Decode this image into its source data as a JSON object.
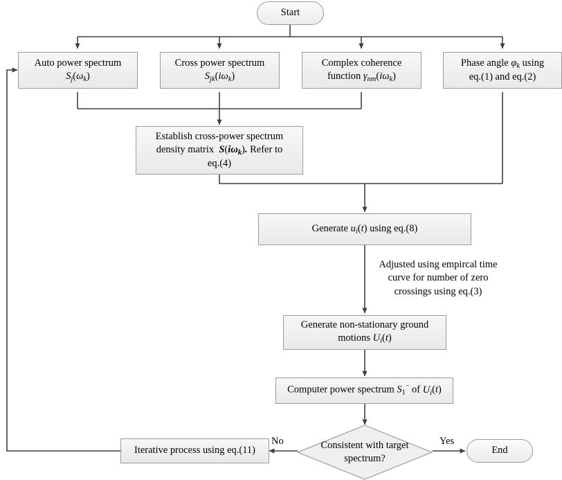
{
  "diagram": {
    "title": "Stochastic ground motion simulation flowchart",
    "colors": {
      "node_fill": "#f0f0f0",
      "node_border": "#9a9a9a",
      "line": "#3f3f3f",
      "text": "#000000",
      "background": "#ffffff"
    },
    "nodes": {
      "start": {
        "label": "Start",
        "shape": "terminator"
      },
      "auto_power_spectrum": {
        "line1": "Auto power spectrum",
        "line2_html": "<i class=\"v\">S<sub>j</sub></i>(<i class=\"v\">&#969;<sub>k</sub></i>)",
        "plain": "Auto power spectrum Sj(ωk)",
        "shape": "process"
      },
      "cross_power_spectrum": {
        "line1": "Cross power spectrum",
        "line2_html": "<i class=\"v\">S<sub>jk</sub></i>(<i class=\"v\">i&#969;<sub>k</sub></i>)",
        "plain": "Cross power spectrum Sjk(iωk)",
        "shape": "process"
      },
      "complex_coherence": {
        "line1": "Complex coherence",
        "line2_html": "function <i class=\"v\">&#947;<sub>nm</sub></i>(<i class=\"v\">i&#969;<sub>k</sub></i>)",
        "plain": "Complex coherence function γnm(iωk)",
        "shape": "process"
      },
      "phase_angle": {
        "line1_html": "Phase angle <i class=\"v\">&#966;<sub>k</sub></i> using",
        "line2": "eq.(1) and eq.(2)",
        "plain": "Phase angle φk using eq.(1) and eq.(2)",
        "shape": "process"
      },
      "establish_matrix": {
        "html": "Establish cross-power spectrum<br>density matrix&nbsp; <b class=\"bi\">S</b>(<b class=\"bi\">i&#969;<sub>k</sub></b>)<b class=\"bi\">.</b> Refer to<br>eq.(4)",
        "plain": "Establish cross-power spectrum density matrix S(iωk). Refer to eq.(4)",
        "shape": "process"
      },
      "generate_u": {
        "html": "Generate <i class=\"v\">u<sub>i</sub></i>(<i class=\"v\">t</i>) using eq.(8)",
        "plain": "Generate ui(t) using eq.(8)",
        "shape": "process"
      },
      "generate_nonstationary": {
        "html": "Generate non-stationary ground<br>motions <i class=\"v\">U<sub>i</sub></i>(<i class=\"v\">t</i>)",
        "plain": "Generate non-stationary ground motions Ui(t)",
        "shape": "process"
      },
      "compute_spectrum": {
        "html": "Computer power spectrum <i class=\"v\">S</i><sub>1</sub><sup>&#8315;</sup> of <i class=\"v\">U<sub>i</sub></i>(<i class=\"v\">t</i>)",
        "plain": "Computer power spectrum S1‾ of Ui(t)",
        "shape": "process"
      },
      "decision": {
        "line1": "Consistent with target",
        "line2": "spectrum?",
        "plain": "Consistent with target spectrum?",
        "shape": "decision"
      },
      "iterative_process": {
        "html": "Iterative process using eq.(11)",
        "plain": "Iterative process using eq.(11)",
        "shape": "process"
      },
      "end": {
        "label": "End",
        "shape": "terminator"
      }
    },
    "annotations": {
      "adjust_note": {
        "line1": "Adjusted using empircal time",
        "line2": "curve for number of zero",
        "line3": "crossings using eq.(3)",
        "plain": "Adjusted using empircal time curve for number of zero crossings using eq.(3)"
      }
    },
    "edge_labels": {
      "no": "No",
      "yes": "Yes"
    }
  }
}
